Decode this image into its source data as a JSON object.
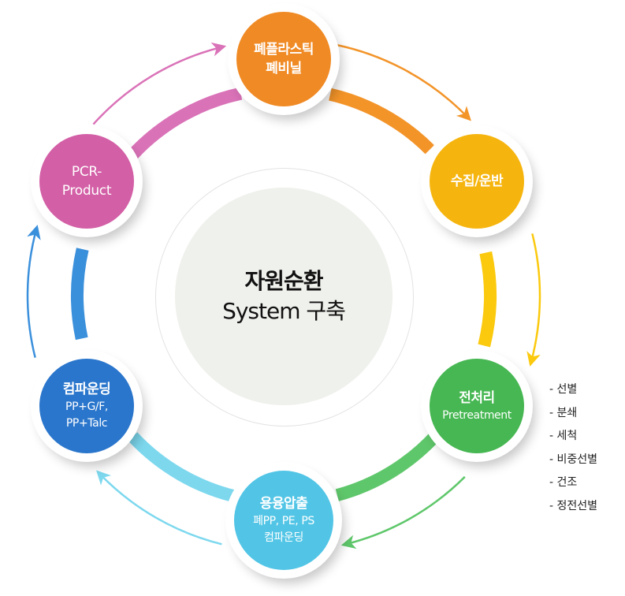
{
  "center": {
    "line1": "자원순환",
    "line2": "System 구축"
  },
  "nodes": [
    {
      "id": "waste-plastic",
      "title": "폐플라스틱",
      "sub": [
        "폐비닐"
      ],
      "color": "#f08a24"
    },
    {
      "id": "collection",
      "title": "수집/운반",
      "sub": [],
      "color": "#f6b50e"
    },
    {
      "id": "pretreatment",
      "title": "전처리",
      "sub": [
        "Pretreatment"
      ],
      "color": "#46b752"
    },
    {
      "id": "extrusion",
      "title": "용융압출",
      "sub": [
        "폐PP, PE, PS",
        "컴파운딩"
      ],
      "color": "#52c5e6"
    },
    {
      "id": "compounding",
      "title": "컴파운딩",
      "sub": [
        "PP+G/F,",
        "PP+Talc"
      ],
      "color": "#2a76cc"
    },
    {
      "id": "pcr-product",
      "title": "",
      "sub": [
        "PCR-",
        "Product"
      ],
      "color": "#d35fa6"
    }
  ],
  "pretreatment_steps": [
    "- 선별",
    "- 분쇄",
    "- 세척",
    "- 비중선별",
    "- 건조",
    "- 정전선별"
  ],
  "connectors": [
    {
      "from": "waste-plastic",
      "to": "collection",
      "color": "#f39429"
    },
    {
      "from": "collection",
      "to": "pretreatment",
      "color": "#fbc90d"
    },
    {
      "from": "pretreatment",
      "to": "extrusion",
      "color": "#5fc76b"
    },
    {
      "from": "extrusion",
      "to": "compounding",
      "color": "#7dd8ee"
    },
    {
      "from": "compounding",
      "to": "pcr-product",
      "color": "#3b90dc"
    },
    {
      "from": "pcr-product",
      "to": "waste-plastic",
      "color": "#da72b8"
    }
  ]
}
